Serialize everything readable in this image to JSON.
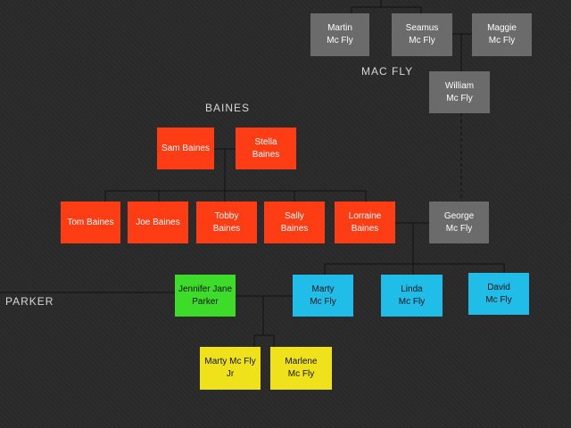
{
  "colors": {
    "background": "#2a2a2a",
    "line": "#111111",
    "macfly_gray": "#6b6b6b",
    "baines_red": "#ff3d14",
    "parker_green": "#3ddb2a",
    "children_blue": "#1fbde8",
    "grandchildren_yellow": "#f0e21a"
  },
  "family_labels": {
    "macfly": "MAC FLY",
    "baines": "BAINES",
    "parker": "PARKER"
  },
  "people": {
    "martin": "Martin\nMc Fly",
    "seamus": "Seamus\nMc Fly",
    "maggie": "Maggie\nMc Fly",
    "william": "William\nMc Fly",
    "sam": "Sam Baines",
    "stella": "Stella\nBaines",
    "tom": "Tom Baines",
    "joe": "Joe Baines",
    "tobby": "Tobby\nBaines",
    "sally": "Sally\nBaines",
    "lorraine": "Lorraine\nBaines",
    "george": "George\nMc Fly",
    "jennifer": "Jennifer Jane\nParker",
    "marty": "Marty\nMc Fly",
    "linda": "Linda\nMc Fly",
    "david": "David\nMc Fly",
    "marty_jr": "Marty Mc Fly\nJr",
    "marlene": "Marlene\nMc Fly"
  }
}
